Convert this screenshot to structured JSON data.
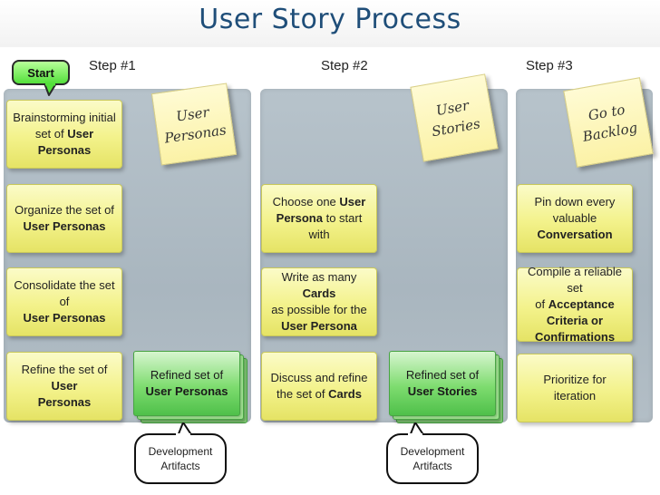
{
  "title": "User Story Process",
  "start_label": "Start",
  "steps": [
    "Step #1",
    "Step #2",
    "Step #3"
  ],
  "step1": {
    "cards": [
      {
        "lines": [
          [
            [
              "Brainstorming initial",
              false
            ]
          ],
          [
            [
              "set of ",
              false
            ],
            [
              "User Personas",
              true
            ]
          ]
        ]
      },
      {
        "lines": [
          [
            [
              "Organize the set of",
              false
            ]
          ],
          [
            [
              "User Personas",
              true
            ]
          ]
        ]
      },
      {
        "lines": [
          [
            [
              "Consolidate the set of",
              false
            ]
          ],
          [
            [
              "User Personas",
              true
            ]
          ]
        ]
      },
      {
        "lines": [
          [
            [
              "Refine the set of ",
              false
            ],
            [
              "User",
              true
            ]
          ],
          [
            [
              "Personas",
              true
            ]
          ]
        ]
      }
    ],
    "note": [
      "User",
      "Personas"
    ],
    "artifact": [
      "Refined set of",
      "User Personas"
    ],
    "bubble": [
      "Development",
      "Artifacts"
    ]
  },
  "step2": {
    "cards": [
      {
        "lines": [
          [
            [
              "Choose one ",
              false
            ],
            [
              "User",
              true
            ]
          ],
          [
            [
              "Persona",
              true
            ],
            [
              " to start with",
              false
            ]
          ]
        ]
      },
      {
        "lines": [
          [
            [
              "Write as many ",
              false
            ],
            [
              "Cards",
              true
            ]
          ],
          [
            [
              "as possible for the",
              false
            ]
          ],
          [
            [
              "User Persona",
              true
            ]
          ]
        ]
      },
      {
        "lines": [
          [
            [
              "Discuss and refine",
              false
            ]
          ],
          [
            [
              "the set of ",
              false
            ],
            [
              "Cards",
              true
            ]
          ]
        ]
      }
    ],
    "note": [
      "User",
      "Stories"
    ],
    "artifact": [
      "Refined set of",
      "User Stories"
    ],
    "bubble": [
      "Development",
      "Artifacts"
    ]
  },
  "step3": {
    "cards": [
      {
        "lines": [
          [
            [
              "Pin down every",
              false
            ]
          ],
          [
            [
              "valuable",
              false
            ]
          ],
          [
            [
              "Conversation",
              true
            ]
          ]
        ]
      },
      {
        "lines": [
          [
            [
              "Compile a reliable set",
              false
            ]
          ],
          [
            [
              "of ",
              false
            ],
            [
              "Acceptance",
              true
            ]
          ],
          [
            [
              "Criteria or",
              true
            ]
          ],
          [
            [
              "Confirmations",
              true
            ]
          ]
        ]
      },
      {
        "lines": [
          [
            [
              "Prioritize for iteration",
              false
            ]
          ]
        ]
      }
    ],
    "note": [
      "Go to",
      "Backlog"
    ]
  },
  "colors": {
    "title": "#1f4e79",
    "card_yellow": "#f3f28b",
    "artifact_green": "#7edc6f",
    "column_gray": "#aeb9c1"
  }
}
